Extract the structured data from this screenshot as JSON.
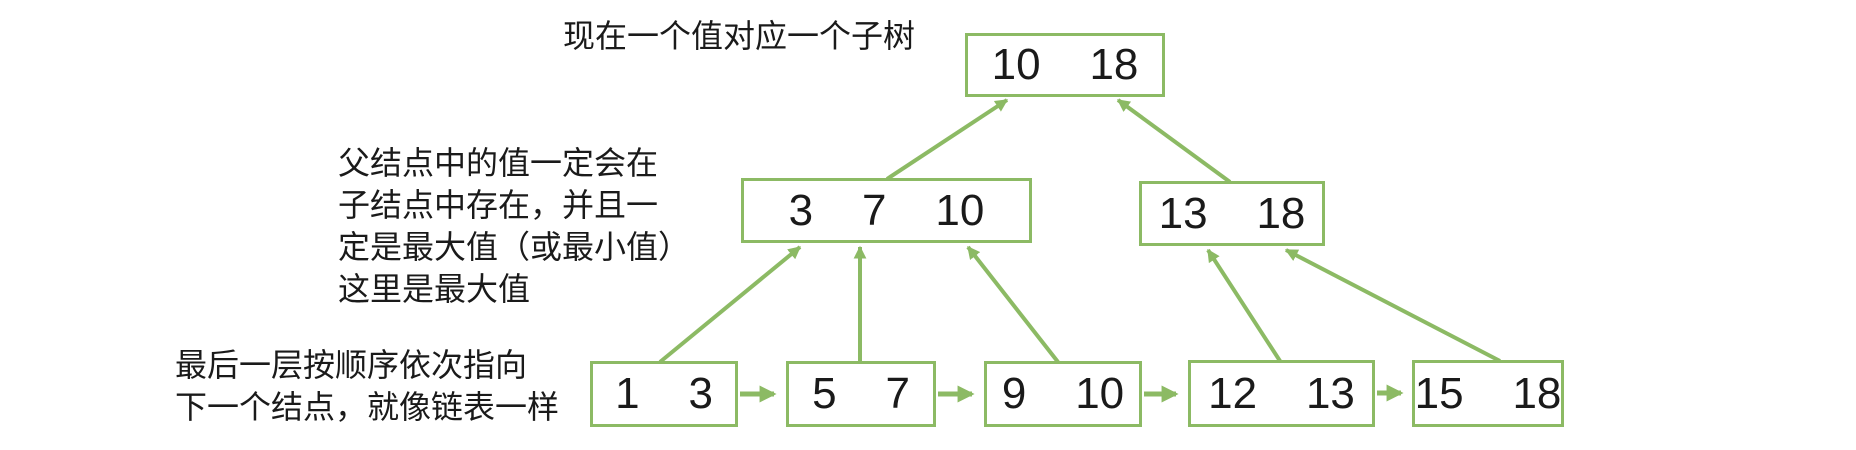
{
  "diagram": {
    "type": "b-plus-tree",
    "colors": {
      "accent_green": "#8cba64",
      "text": "#1a1a1a",
      "background": "#ffffff"
    },
    "annotations": {
      "top": "现在一个值对应一个子树",
      "parent_rule": "父结点中的值一定会在\n子结点中存在，并且一\n定是最大值（或最小值）\n这里是最大值",
      "linked_list": "最后一层按顺序依次指向\n下一个结点，就像链表一样"
    },
    "tree": {
      "root": {
        "values": [
          10,
          18
        ],
        "label": "10    18"
      },
      "internal": [
        {
          "values": [
            3,
            7,
            10
          ],
          "label": "3    7    10"
        },
        {
          "values": [
            13,
            18
          ],
          "label": "13    18"
        }
      ],
      "leaves": [
        {
          "values": [
            1,
            3
          ],
          "label": "1    3"
        },
        {
          "values": [
            5,
            7
          ],
          "label": "5    7"
        },
        {
          "values": [
            9,
            10
          ],
          "label": "9    10"
        },
        {
          "values": [
            12,
            13
          ],
          "label": "12    13"
        },
        {
          "values": [
            15,
            18
          ],
          "label": "15    18"
        }
      ],
      "leaf_links": [
        {
          "from": [
            1,
            3
          ],
          "to": [
            5,
            7
          ]
        },
        {
          "from": [
            5,
            7
          ],
          "to": [
            9,
            10
          ]
        },
        {
          "from": [
            9,
            10
          ],
          "to": [
            12,
            13
          ]
        },
        {
          "from": [
            12,
            13
          ],
          "to": [
            15,
            18
          ]
        }
      ]
    }
  }
}
